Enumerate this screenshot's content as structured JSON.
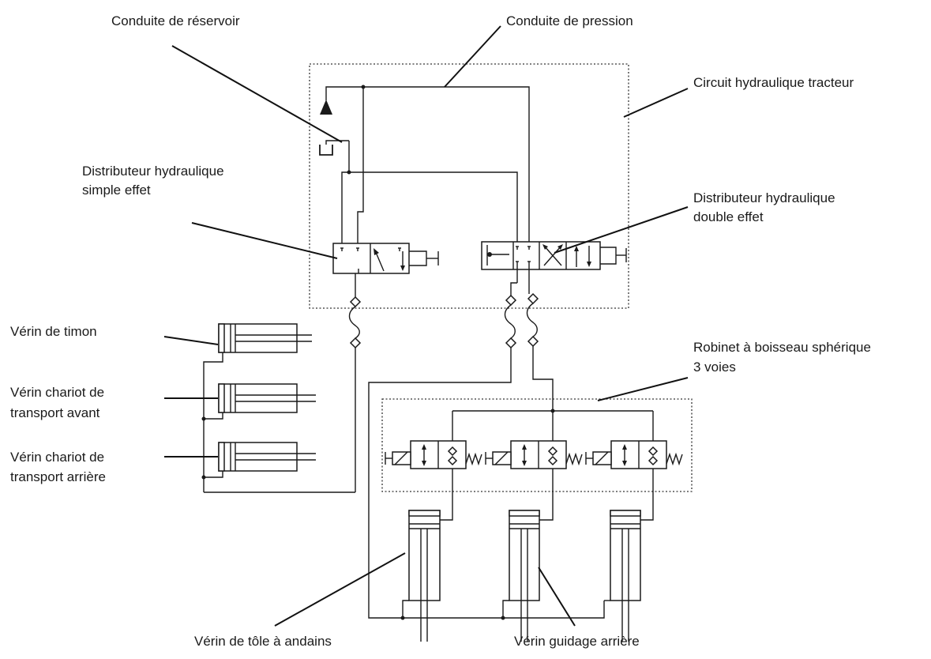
{
  "labels": {
    "tank_line": "Conduite de réservoir",
    "pressure_line": "Conduite de pression",
    "tractor_circuit": "Circuit hydraulique tracteur",
    "single_valve_1": "Distributeur hydraulique",
    "single_valve_2": "simple effet",
    "double_valve_1": "Distributeur hydraulique",
    "double_valve_2": "double effet",
    "drawbar_cyl": "Vérin de timon",
    "front_cart_1": "Vérin chariot de",
    "front_cart_2": "transport avant",
    "rear_cart_1": "Vérin chariot de",
    "rear_cart_2": "transport arrière",
    "ball_valve_1": "Robinet à boisseau sphérique",
    "ball_valve_2": "3 voies",
    "windrow_cyl": "Vérin de tôle à andains",
    "rear_guide_cyl": "Vérin guidage arrière"
  },
  "colors": {
    "line": "#1a1a1a",
    "background": "#ffffff"
  }
}
